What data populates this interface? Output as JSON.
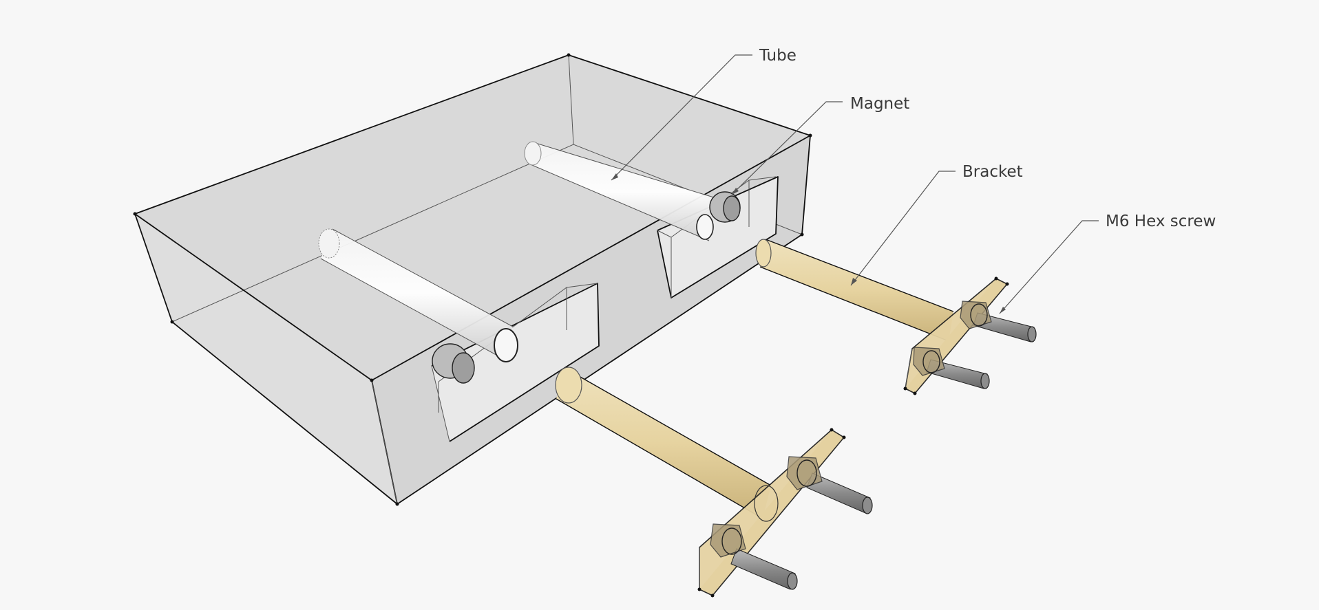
{
  "labels": {
    "tube": "Tube",
    "magnet": "Magnet",
    "bracket": "Bracket",
    "screw": "M6 Hex screw"
  },
  "colors": {
    "background": "#f7f7f7",
    "box_fill": "#dcdcdc",
    "tube_fill": "#e9e9e9",
    "bracket_fill": "#e6d3a3",
    "rod_fill": "#e8d6a4",
    "screw_fill": "#9a9a9a"
  }
}
